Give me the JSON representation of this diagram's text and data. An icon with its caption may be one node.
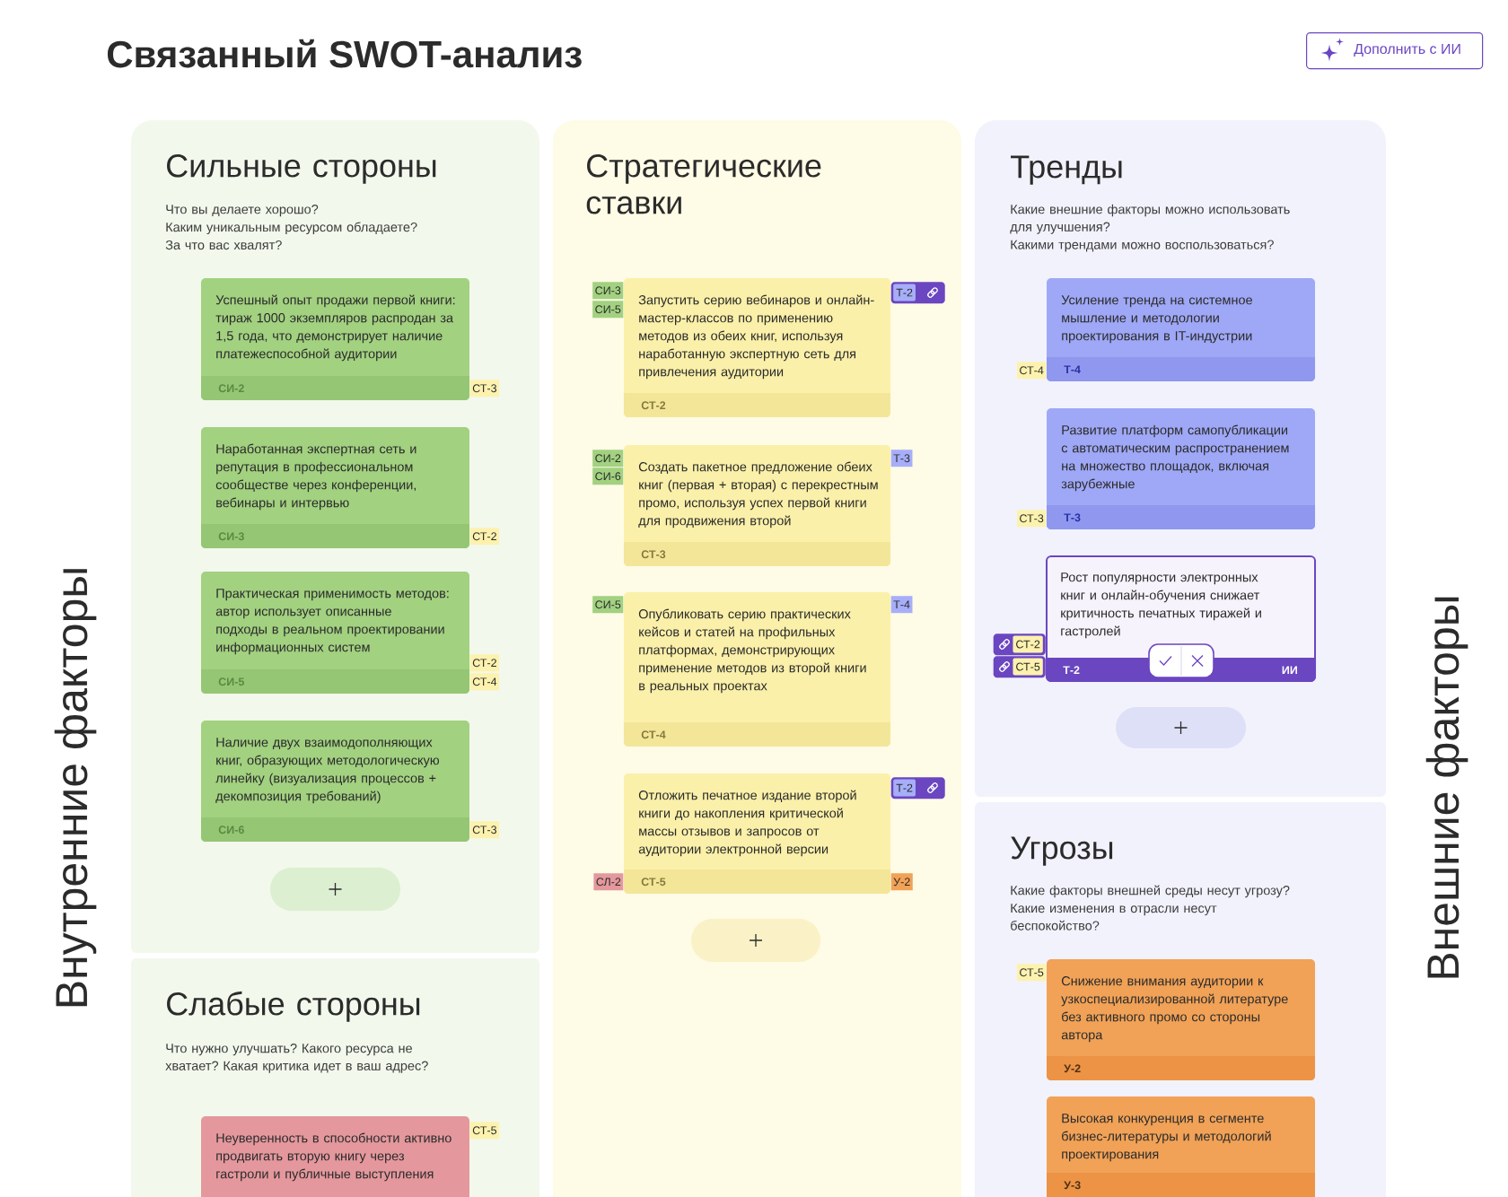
{
  "diagram": {
    "title": "Связанный SWOT-анализ",
    "nodes": [
      {
        "text": [
          "Дополнить с ИИ"
        ]
      },
      {
        "text": [
          "Сильные стороны",
          "Что вы делаете хорошо?",
          "Каким уникальным ресурсом обладаете?",
          "За что вас хвалят?"
        ]
      },
      {
        "text": [
          "Успешный опыт продажи первой книги: тираж 1000 экземпляров распродан за 1,5 года, что демонстрирует наличие платежеспособной аудитории",
          "СИ-2"
        ],
        "in": 1
      },
      {
        "text": [
          "СТ-3"
        ],
        "in": 1
      },
      {
        "text": [
          "Наработанная экспертная сеть и репутация в профессиональном сообществе через конференции, вебинары и интервью",
          "СИ-3"
        ],
        "in": 1
      },
      {
        "text": [
          "СТ-2"
        ],
        "in": 1
      },
      {
        "text": [
          "Практическая применимость методов: автор использует описанные подходы в реальном проектировании информационных систем",
          "СИ-5"
        ],
        "in": 1
      },
      {
        "text": [
          "СТ-2"
        ],
        "in": 1
      },
      {
        "text": [
          "СТ-4"
        ],
        "in": 1
      },
      {
        "text": [
          "Наличие двух взаимодополняющих книг, образующих методологическую линейку (визуализация процессов + декомпозиция требований)",
          "СИ-6"
        ],
        "in": 1
      },
      {
        "text": [
          "СТ-3"
        ],
        "in": 1
      },
      {
        "text": [
          "Слабые стороны",
          "Что нужно улучшать? Какого ресурса не хватает? Какая критика идет в ваш адрес?"
        ]
      },
      {
        "text": [
          "Неуверенность в способности активно продвигать вторую книгу через гастроли и публичные выступления"
        ],
        "in": 11
      },
      {
        "text": [
          "СТ-5"
        ],
        "in": 11
      },
      {
        "text": [
          "Стратегические ставки"
        ]
      },
      {
        "text": [
          "Запустить серию вебинаров и онлайн-мастер-классов по применению методов из обеих книг, используя наработанную экспертную сеть для привлечения аудитории",
          "СТ-2"
        ],
        "in": 14
      },
      {
        "text": [
          "СИ-3"
        ],
        "in": 14
      },
      {
        "text": [
          "СИ-5"
        ],
        "in": 14
      },
      {
        "text": [
          "Т-2"
        ],
        "in": 14
      },
      {
        "text": [
          "Создать пакетное предложение обеих книг (первая + вторая) с перекрестным промо, используя успех первой книги для продвижения второй",
          "СТ-3"
        ],
        "in": 14
      },
      {
        "text": [
          "СИ-2"
        ],
        "in": 14
      },
      {
        "text": [
          "СИ-6"
        ],
        "in": 14
      },
      {
        "text": [
          "Т-3"
        ],
        "in": 14
      },
      {
        "text": [
          "Опубликовать серию практических кейсов и статей на профильных платформах, демонстрирующих применение методов из второй книги в реальных проектах",
          "СТ-4"
        ],
        "in": 14
      },
      {
        "text": [
          "СИ-5"
        ],
        "in": 14
      },
      {
        "text": [
          "Т-4"
        ],
        "in": 14
      },
      {
        "text": [
          "Отложить печатное издание второй книги до накопления критической массы отзывов и запросов от аудитории электронной версии",
          "СТ-5"
        ],
        "in": 14
      },
      {
        "text": [
          "Т-2"
        ],
        "in": 14
      },
      {
        "text": [
          "СЛ-2"
        ],
        "in": 14
      },
      {
        "text": [
          "У-2"
        ],
        "in": 14
      },
      {
        "text": [
          "Тренды",
          "Какие внешние факторы можно использовать для улучшения?",
          "Какими трендами можно воспользоваться?"
        ]
      },
      {
        "text": [
          "Усиление тренда на системное мышление и методологии проектирования в IT-индустрии",
          "Т-4"
        ],
        "in": 30
      },
      {
        "text": [
          "СТ-4"
        ],
        "in": 30
      },
      {
        "text": [
          "Развитие платформ самопубликации с автоматическим распространением на множество площадок, включая зарубежные",
          "Т-3"
        ],
        "in": 30
      },
      {
        "text": [
          "СТ-3"
        ],
        "in": 30
      },
      {
        "text": [
          "Рост популярности электронных книг и онлайн-обучения снижает критичность печатных тиражей и гастролей",
          "Т-2",
          "ИИ"
        ],
        "in": 30
      },
      {
        "text": [
          "СТ-2"
        ],
        "in": 30
      },
      {
        "text": [
          "СТ-5"
        ],
        "in": 30
      },
      {
        "text": [
          "Угрозы",
          "Какие факторы внешней среды несут угрозу?",
          "Какие изменения в отрасли несут беспокойство?"
        ]
      },
      {
        "text": [
          "Снижение внимания аудитории к узкоспециализированной литературе без активного промо со стороны автора",
          "У-2"
        ],
        "in": 38
      },
      {
        "text": [
          "СТ-5"
        ],
        "in": 38
      },
      {
        "text": [
          "Высокая конкуренция в сегменте бизнес-литературы и методологий проектирования",
          "У-3"
        ],
        "in": 38
      }
    ],
    "labels": [
      "Внутренние факторы",
      "Внешние факторы"
    ]
  }
}
